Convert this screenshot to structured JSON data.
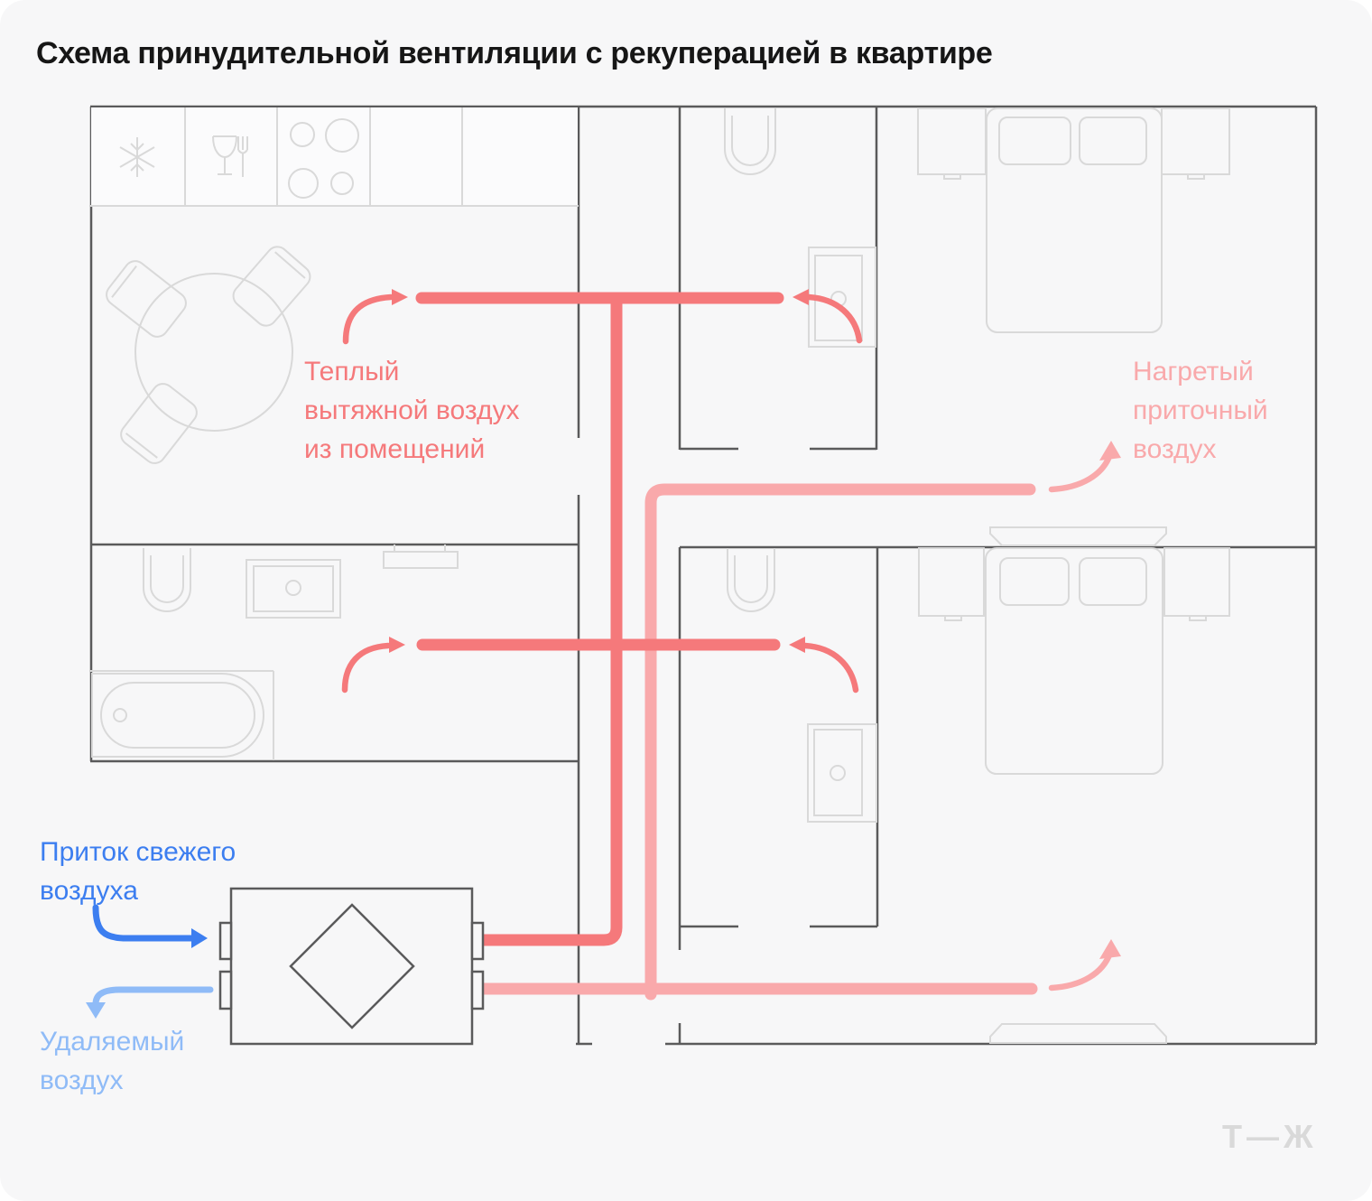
{
  "title": "Схема принудительной вентиляции с рекуперацией в квартире",
  "labels": {
    "warm_exhaust": {
      "text": "Теплый вытяжной воздух из помещений",
      "lines": [
        "Теплый",
        "вытяжной воздух",
        "из помещений"
      ]
    },
    "heated_supply": {
      "text": "Нагретый приточный воздух",
      "lines": [
        "Нагретый",
        "приточный",
        "воздух"
      ]
    },
    "fresh_intake": {
      "text": "Приток свежего воздуха",
      "lines": [
        "Приток свежего",
        "воздуха"
      ]
    },
    "exhaust_out": {
      "text": "Удаляемый воздух",
      "lines": [
        "Удаляемый",
        "воздух"
      ]
    }
  },
  "logo": "Т—Ж",
  "colors": {
    "card_bg": "#f7f7f8",
    "wall": "#5a5a5b",
    "furniture": "#d9d9d9",
    "duct_red": "#f5797b",
    "duct_pink": "#f9a9ab",
    "blue": "#3c7ef0",
    "blue_light": "#8fbbf7",
    "title": "#161616",
    "logo": "#d9d9d9"
  },
  "icons": {
    "fridge": "snowflake-icon",
    "dishwasher": "glass-and-fork-icon",
    "stove": "four-burners-icon",
    "recuperator": "diamond-heat-exchanger-icon"
  }
}
